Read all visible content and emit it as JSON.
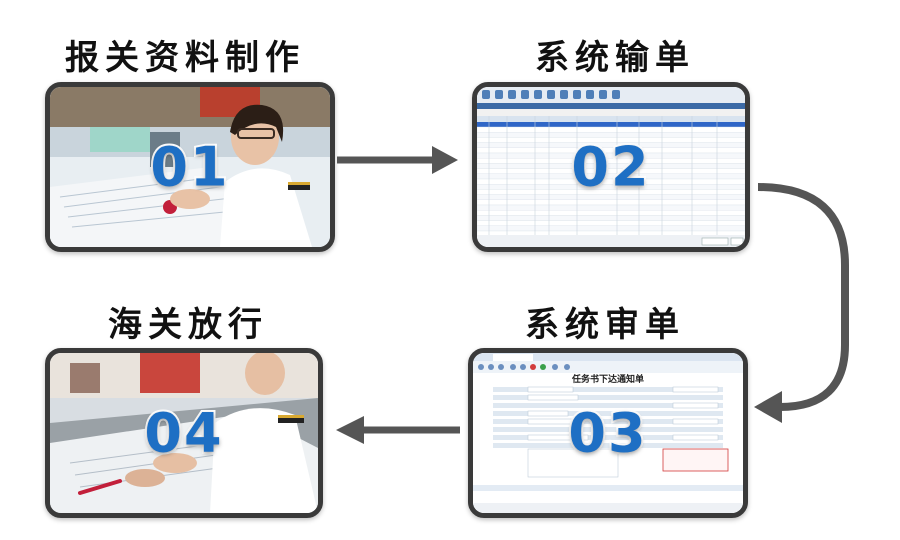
{
  "steps": [
    {
      "title": "报关资料制作",
      "number": "01"
    },
    {
      "title": "系统输单",
      "number": "02"
    },
    {
      "title": "系统审单",
      "number": "03"
    },
    {
      "title": "海关放行",
      "number": "04"
    }
  ],
  "screen_03": {
    "heading": "任务书下达通知单"
  },
  "colors": {
    "number_fill": "#1e6fc4",
    "frame": "#3a3a3a",
    "arrow": "#555555"
  }
}
